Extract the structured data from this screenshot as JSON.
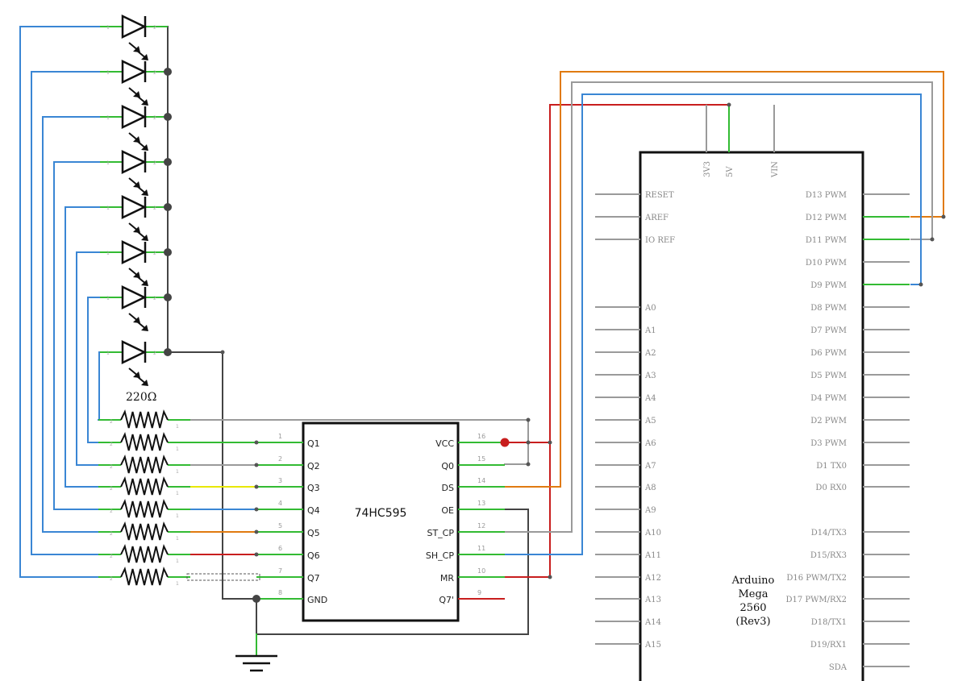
{
  "colors": {
    "blue": "#3a86d4",
    "green": "#33bb33",
    "gray": "#9a9a9a",
    "dark": "#444444",
    "red": "#c81e1e",
    "orange": "#e07a10",
    "yellow": "#e8e800",
    "black": "#111111"
  },
  "icons": [
    "led-icon",
    "resistor-icon",
    "ground-icon",
    "junction-dot-icon"
  ],
  "resistor_label": "220Ω",
  "chip": {
    "name": "74HC595",
    "left_pins": [
      {
        "num": "1",
        "label": "Q1"
      },
      {
        "num": "2",
        "label": "Q2"
      },
      {
        "num": "3",
        "label": "Q3"
      },
      {
        "num": "4",
        "label": "Q4"
      },
      {
        "num": "5",
        "label": "Q5"
      },
      {
        "num": "6",
        "label": "Q6"
      },
      {
        "num": "7",
        "label": "Q7"
      },
      {
        "num": "8",
        "label": "GND"
      }
    ],
    "right_pins": [
      {
        "num": "16",
        "label": "VCC"
      },
      {
        "num": "15",
        "label": "Q0"
      },
      {
        "num": "14",
        "label": "DS"
      },
      {
        "num": "13",
        "label": "OE"
      },
      {
        "num": "12",
        "label": "ST_CP"
      },
      {
        "num": "11",
        "label": "SH_CP"
      },
      {
        "num": "10",
        "label": "MR"
      },
      {
        "num": "9",
        "label": "Q7'"
      }
    ]
  },
  "arduino": {
    "name": [
      "Arduino",
      "Mega",
      "2560",
      "(Rev3)"
    ],
    "top_pins": [
      "3V3",
      "5V",
      "VIN"
    ],
    "left_pins": [
      "RESET",
      "AREF",
      "IO REF",
      "A0",
      "A1",
      "A2",
      "A3",
      "A4",
      "A5",
      "A6",
      "A7",
      "A8",
      "A9",
      "A10",
      "A11",
      "A12",
      "A13",
      "A14",
      "A15"
    ],
    "right_pins": [
      "D13 PWM",
      "D12 PWM",
      "D11 PWM",
      "D10 PWM",
      "D9 PWM",
      "D8 PWM",
      "D7 PWM",
      "D6 PWM",
      "D5 PWM",
      "D4 PWM",
      "D2 PWM",
      "D3 PWM",
      "D1 TX0",
      "D0 RX0",
      "D14/TX3",
      "D15/RX3",
      "D16 PWM/TX2",
      "D17 PWM/RX2",
      "D18/TX1",
      "D19/RX1",
      "SDA"
    ]
  }
}
